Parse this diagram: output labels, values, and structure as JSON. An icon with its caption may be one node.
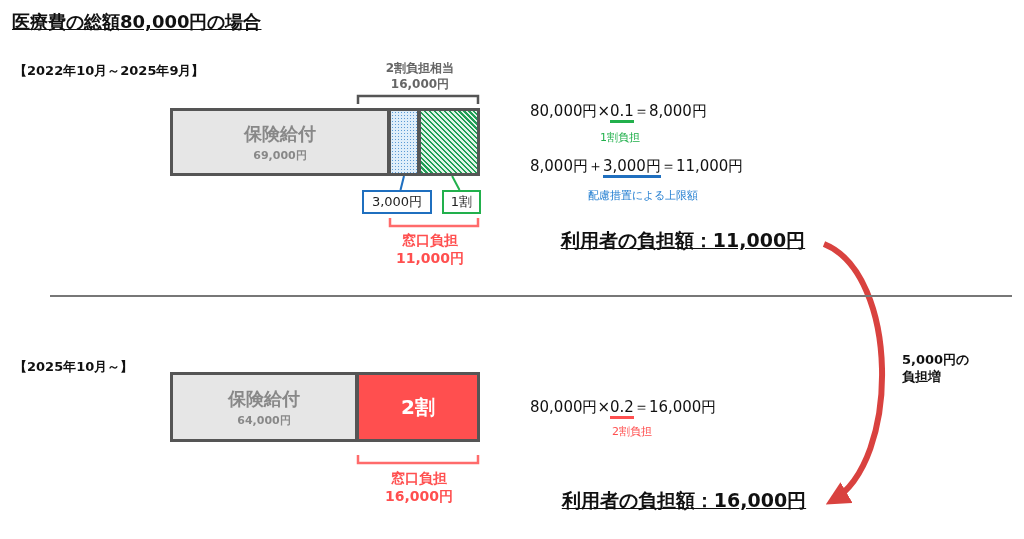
{
  "diagram": {
    "title": "医療費の総額80,000円の場合",
    "nodes": [
      {
        "text": [
          "保険給付",
          "69,000円"
        ]
      },
      {
        "text": [],
        "shape": "bar"
      },
      {
        "text": [],
        "shape": "bar"
      },
      {
        "text": [
          "3,000円"
        ]
      },
      {
        "text": [
          "1割"
        ]
      },
      {
        "text": [
          "保険給付",
          "64,000円"
        ]
      },
      {
        "text": [
          "2割"
        ]
      },
      {
        "text": [
          "利用者の負担額：11,000円"
        ]
      },
      {
        "text": [
          "利用者の負担額：16,000円"
        ]
      }
    ],
    "edges": [
      {
        "from": 3,
        "to": 1,
        "arrow": "none",
        "color": "#1f6fbf"
      },
      {
        "from": 4,
        "to": 2,
        "arrow": "none",
        "color": "#22b04c"
      },
      {
        "from": 7,
        "to": 8,
        "arrow": "to",
        "label": "5,000円の負担増",
        "style": "thick",
        "color": "#d9423f"
      }
    ],
    "labels": [
      "【2022年10月～2025年9月】",
      "2割負担相当",
      "16,000円",
      "窓口負担",
      "11,000円",
      "80,000円×0.1＝8,000円",
      "1割負担",
      "8,000円＋3,000円＝11,000円",
      "配慮措置による上限額",
      "【2025年10月～】",
      "80,000円×0.2＝16,000円",
      "2割負担",
      "窓口負担",
      "16,000円"
    ]
  }
}
